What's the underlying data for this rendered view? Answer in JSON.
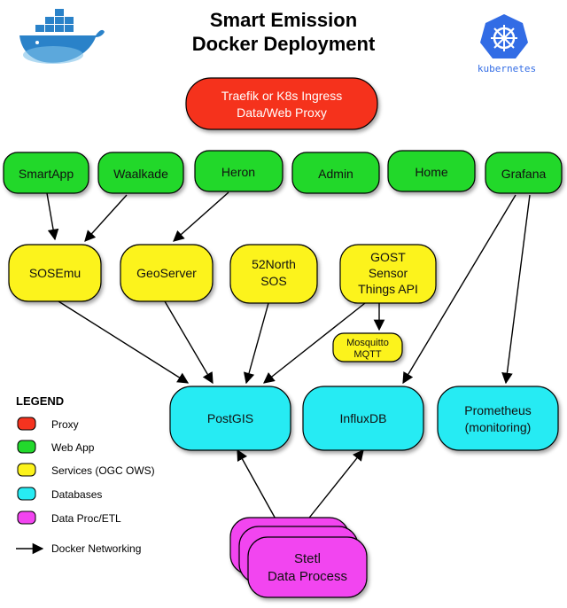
{
  "title_line1": "Smart Emission",
  "title_line2": "Docker Deployment",
  "logos": {
    "docker": "docker-whale-logo",
    "kubernetes_label": "kubernetes"
  },
  "colors": {
    "proxy": "#f5331f",
    "webapp": "#22d82c",
    "service": "#fcf31c",
    "database": "#27ebf3",
    "etl": "#f244f0"
  },
  "nodes": {
    "proxy": [
      "Traefik or K8s Ingress",
      "Data/Web Proxy"
    ],
    "smartapp": [
      "SmartApp"
    ],
    "waalkade": [
      "Waalkade"
    ],
    "heron": [
      "Heron"
    ],
    "admin": [
      "Admin"
    ],
    "home": [
      "Home"
    ],
    "grafana": [
      "Grafana"
    ],
    "sosemu": [
      "SOSEmu"
    ],
    "geoserver": [
      "GeoServer"
    ],
    "north52": [
      "52North",
      "SOS"
    ],
    "gost": [
      "GOST",
      "Sensor",
      "Things API"
    ],
    "mosquitto": [
      "Mosquitto",
      "MQTT"
    ],
    "postgis": [
      "PostGIS"
    ],
    "influxdb": [
      "InfluxDB"
    ],
    "prometheus": [
      "Prometheus",
      "(monitoring)"
    ],
    "stetl": [
      "Stetl",
      "Data Process"
    ]
  },
  "legend": {
    "title": "LEGEND",
    "proxy": "Proxy",
    "webapp": "Web App",
    "services": "Services (OGC OWS)",
    "databases": "Databases",
    "etl": "Data Proc/ETL",
    "networking": "Docker Networking"
  }
}
